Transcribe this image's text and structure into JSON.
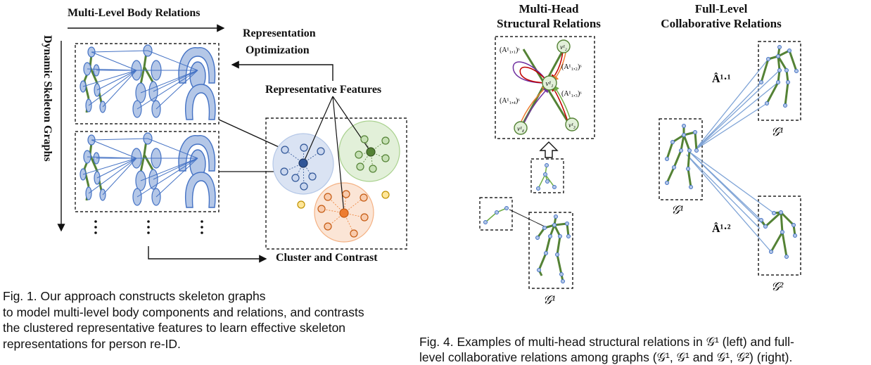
{
  "fig1": {
    "title_top": "Multi-Level Body Relations",
    "title_vertical": "Dynamic Skeleton Graphs",
    "rep_opt_line1": "Representation",
    "rep_opt_line2": "Optimization",
    "rep_features": "Representative Features",
    "cluster_contrast": "Cluster and Contrast",
    "caption_lines": [
      "Fig. 1. Our approach constructs skeleton graphs",
      "to model multi-level body components and relations, and contrasts",
      "the clustered representative features to learn effective skeleton",
      "representations for person re-ID."
    ]
  },
  "fig4": {
    "left_title_line1": "Multi-Head",
    "left_title_line2": "Structural Relations",
    "right_title_line1": "Full-Level",
    "right_title_line2": "Collaborative Relations",
    "labels": {
      "a11": "(A¹₁,₁)ˢ",
      "a12": "(A¹₁,₂)ˢ",
      "a13": "(A¹₁,₃)ˢ",
      "a14": "(A¹₁,₄)ˢ",
      "v1": "v¹₁",
      "v2": "v¹₂",
      "v3": "v¹₃",
      "v4": "v¹₄",
      "g_left": "𝒢¹",
      "g_mid": "𝒢¹",
      "g_right_top": "𝒢¹",
      "g_right_bottom": "𝒢²",
      "ahat11": "Â¹·¹",
      "ahat12": "Â¹·²"
    },
    "caption_line1": "Fig. 4.  Examples of multi-head structural relations in 𝒢¹ (left) and full-",
    "caption_line2": "level collaborative relations among graphs (𝒢¹, 𝒢¹ and 𝒢¹, 𝒢²) (right)."
  },
  "colors": {
    "body_part": "#b4c7e7",
    "body_edge": "#4472c4",
    "bone": "#548235",
    "joint": "#5b9bd5",
    "cluster_blue": "#dae3f3",
    "cluster_green": "#e2f0d9",
    "cluster_orange": "#fbe5d6",
    "center_blue": "#2f5597",
    "center_green": "#548235",
    "center_orange": "#ed7d31",
    "relation_line": "#7ea3d6"
  }
}
